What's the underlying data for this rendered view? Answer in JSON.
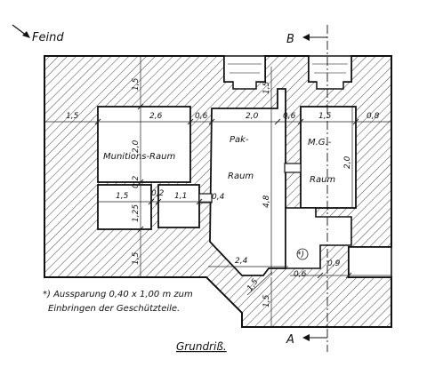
{
  "direction": {
    "enemy": "Feind"
  },
  "section_marks": {
    "top": "B",
    "bottom": "A"
  },
  "rooms": {
    "munitions": "Munitions-Raum",
    "pak_1": "Pak-",
    "pak_2": "Raum",
    "mg_1": "M.G.-",
    "mg_2": "Raum"
  },
  "dimensions": {
    "d15_top_left": "1,5",
    "d15_left_row": "1,5",
    "d26": "2,6",
    "d06_a": "0,6",
    "d20_pak": "2,0",
    "d06_b": "0,6",
    "d15_mg": "1,5",
    "d08": "0,8",
    "d20_mun": "2,0",
    "d02_a": "0,2",
    "d15_small": "1,5",
    "d02_b": "0,2",
    "d11": "1,1",
    "d04": "0,4",
    "d125": "1,25",
    "d48": "4,8",
    "d20_mg": "2,0",
    "d15_bottom_left": "1,5",
    "d24": "2,4",
    "d09": "0,9",
    "d06_c": "0,6",
    "d15_diag": "1,5",
    "d15_bottom": "1,5",
    "d15_top_mid": "1,5",
    "star": "*)"
  },
  "footnote": {
    "line1": "*) Aussparung 0,40 x 1,00 m  zum",
    "line2": "Einbringen der Geschützteile."
  },
  "caption": "Grundriß."
}
